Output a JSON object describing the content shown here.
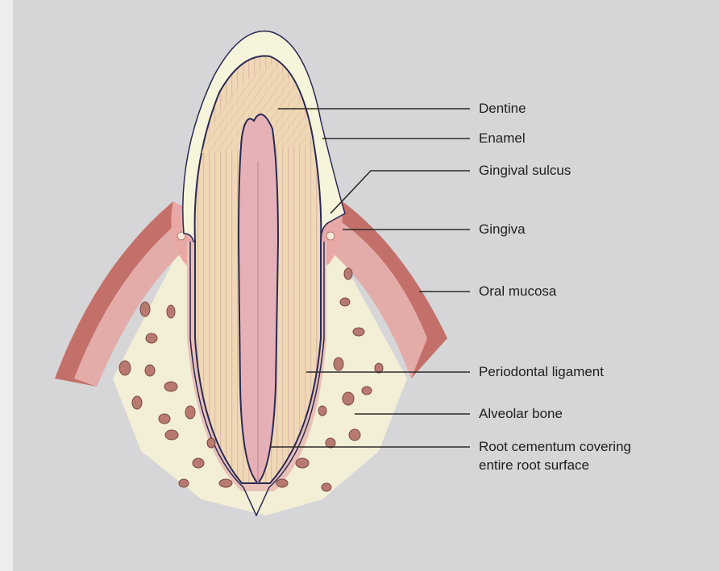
{
  "labels": {
    "dentine": "Dentine",
    "enamel": "Enamel",
    "gingival_sulcus": "Gingival sulcus",
    "gingiva": "Gingiva",
    "oral_mucosa": "Oral mucosa",
    "periodontal_ligament": "Periodontal ligament",
    "alveolar_bone": "Alveolar bone",
    "root_cementum_line1": "Root cementum covering",
    "root_cementum_line2": "entire root surface"
  },
  "colors": {
    "background": "#d6d6d8",
    "bone_panel": "#f3eed6",
    "enamel": "#f6f4da",
    "dentine": "#efd9b4",
    "dentine_stripe": "#e3b9b0",
    "pulp": "#e6b1b6",
    "mucosa": "#c4706a",
    "mucosa_light": "#eab6b4",
    "bone_dot": "#b87a70",
    "outline": "#2a2a55",
    "leader": "#2a2a2a"
  }
}
